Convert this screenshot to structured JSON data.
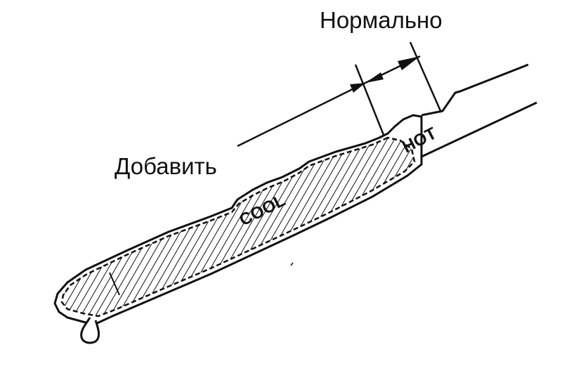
{
  "labels": {
    "normal": "Нормально",
    "add": "Добавить",
    "cool": "COOL",
    "hot": "HOT"
  },
  "colors": {
    "ink": "#111111",
    "background": "#ffffff"
  }
}
